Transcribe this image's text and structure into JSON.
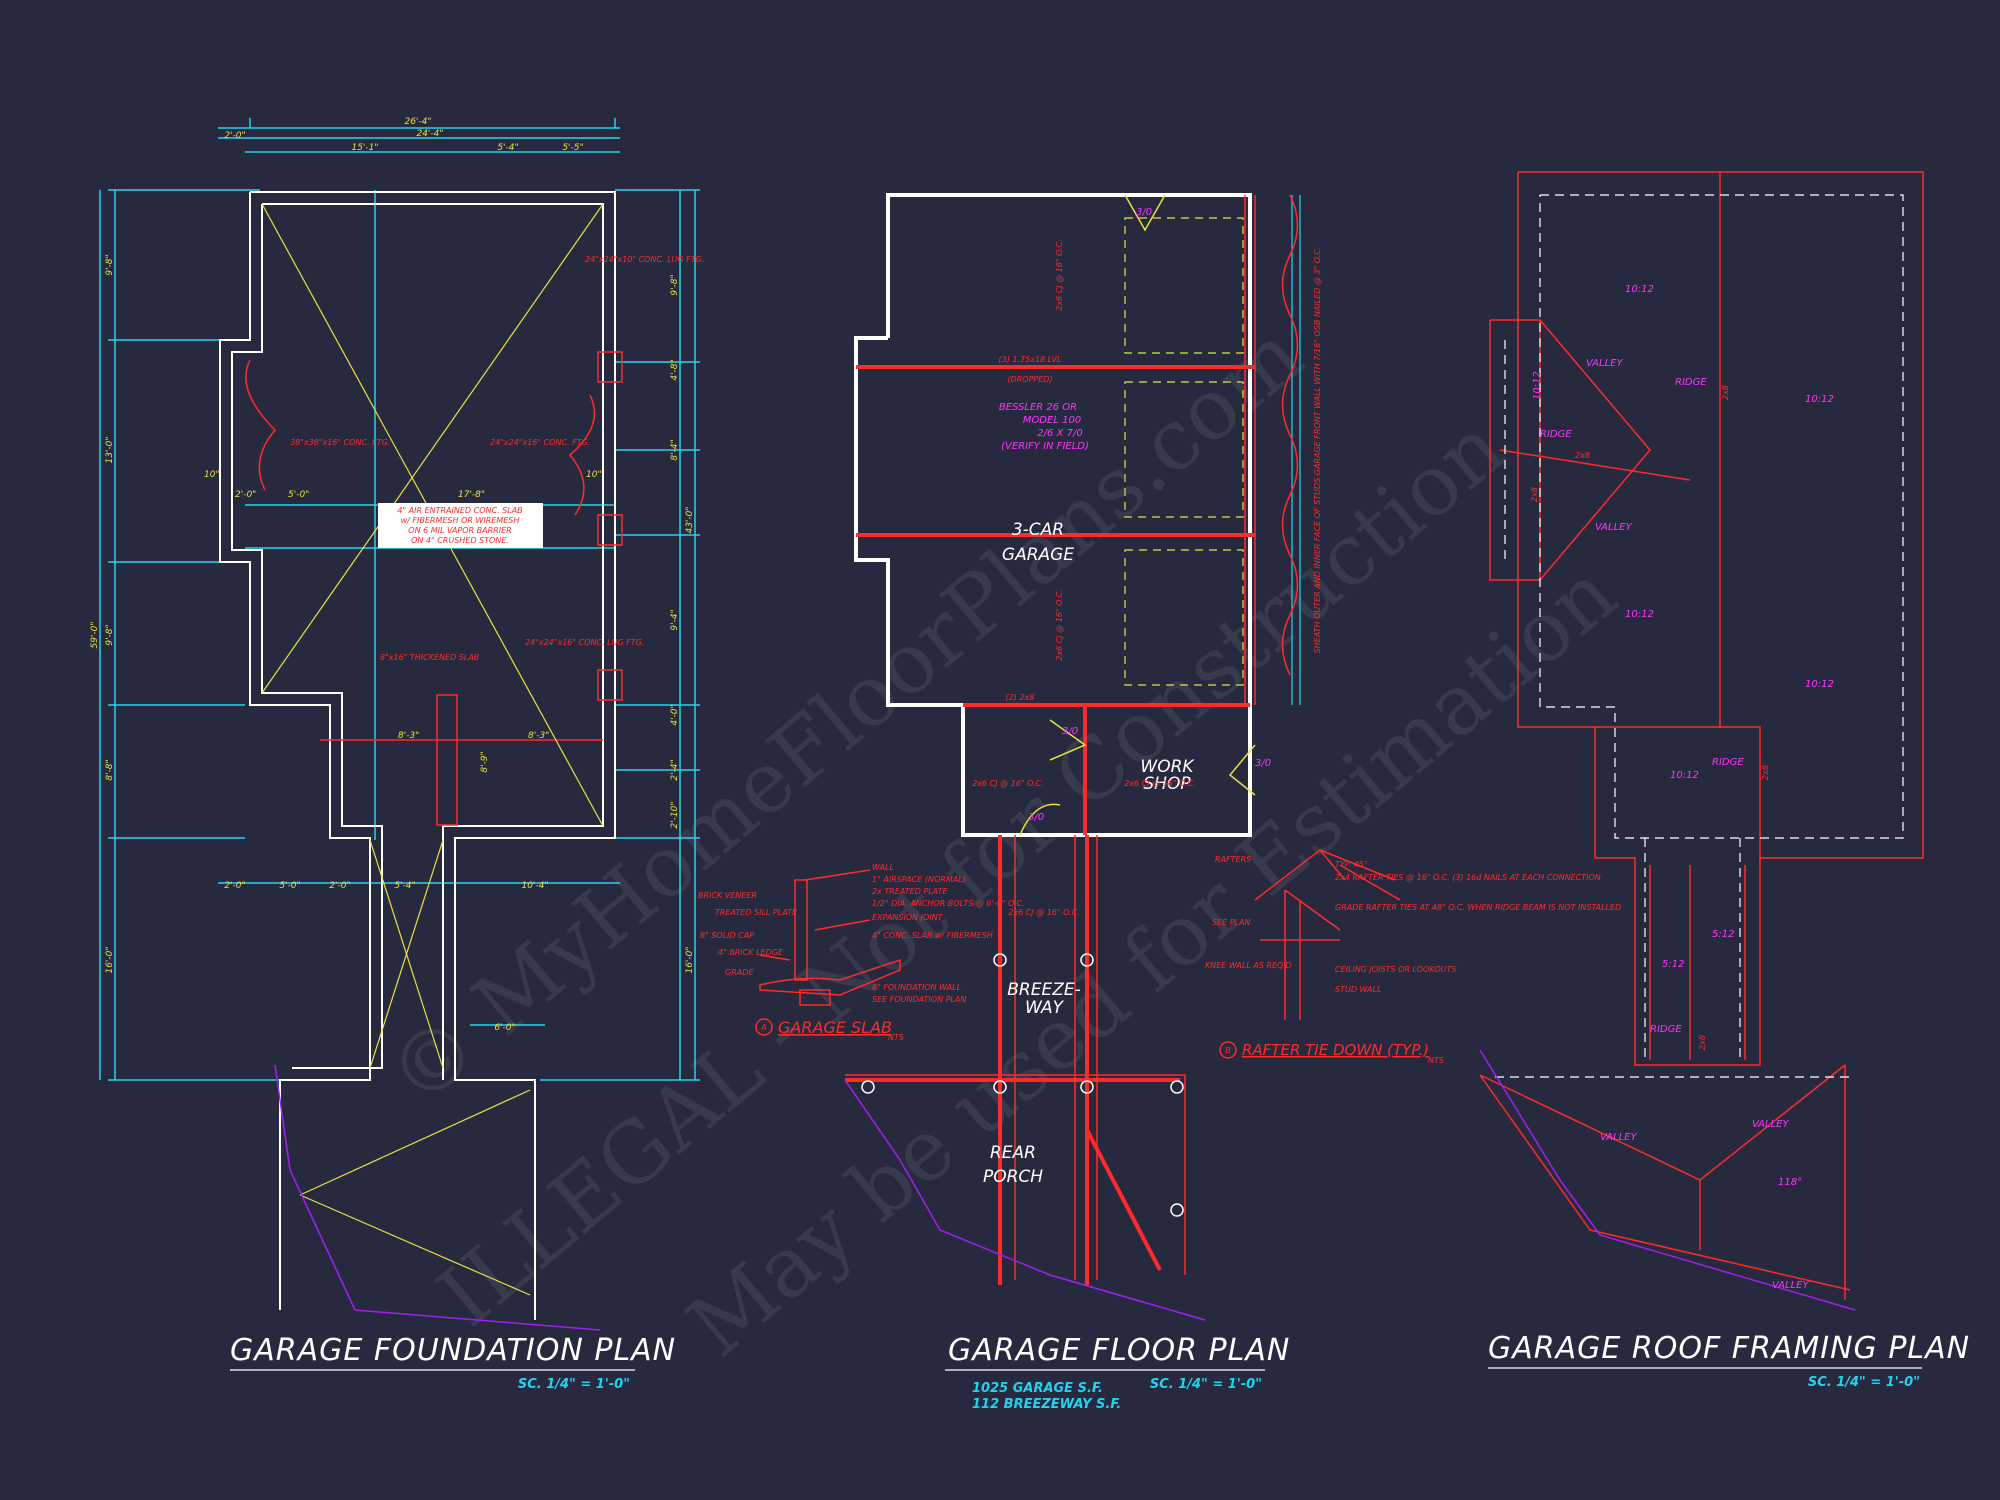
{
  "sheet": {
    "colors": {
      "background": "#272a3f",
      "wall": "#ffffff",
      "dimension": "#22d3ee",
      "structure": "#ff2a2a",
      "note": "#ff33ff",
      "diagonal": "#e8e040",
      "outline": "#a020f0"
    }
  },
  "watermark": {
    "line1": "© MyHomeFloorPlans.com",
    "line2": "ILLEGAL - Not for Construction",
    "line3": "May be used for Estimation"
  },
  "foundation_plan": {
    "title": "GARAGE FOUNDATION PLAN",
    "scale": "SC. 1/4\" = 1'-0\"",
    "slab_note": [
      "4\" AIR ENTRAINED CONC. SLAB",
      "w/ FIBERMESH OR WIREMESH",
      "ON 6 MIL VAPOR BARRIER",
      "ON 4\" CRUSHED STONE."
    ],
    "notes": [
      "24\"x24\"x10\" CONC. LUG FTG.",
      "38\"x38\"x16\" CONC. FTG.",
      "24\"x24\"x16\" CONC. FTG.",
      "24\"x24\"x16\" CONC. LUG FTG.",
      "8\"x16\" THICKENED SLAB"
    ],
    "dims_top": [
      "26'-4\"",
      "24'-4\"",
      "2'-0\"",
      "15'-1\"",
      "5'-4\"",
      "5'-5\""
    ],
    "dims_left": [
      "9'-8\"",
      "13'-0\"",
      "59'-0\"",
      "9'-8\"",
      "8'-8\"",
      "16'-0\""
    ],
    "dims_right": [
      "9'-8\"",
      "4'-8\"",
      "8'-4\"",
      "43'-0\"",
      "9'-4\"",
      "4'-0\"",
      "2'-4\"",
      "2'-10\"",
      "16'-0\""
    ],
    "dims_bottom": [
      "2'-0\"",
      "5'-0\"",
      "2'-0\"",
      "5'-4\"",
      "10'-4\"",
      "6'-0\""
    ],
    "dims_misc": [
      "10\"",
      "2'-0\"",
      "5'-0\"",
      "17'-8\"",
      "10\"",
      "8'-3\"",
      "8'-3\"",
      "8'-9\""
    ]
  },
  "floor_plan": {
    "title": "GARAGE FLOOR PLAN",
    "scale": "SC. 1/4\" = 1'-0\"",
    "area_garage": "1025 GARAGE S.F.",
    "area_breezeway": "112 BREEZEWAY S.F.",
    "rooms": {
      "garage": [
        "3-CAR",
        "GARAGE"
      ],
      "workshop": [
        "WORK",
        "SHOP"
      ],
      "breezeway": [
        "BREEZE-",
        "WAY"
      ],
      "porch": [
        "REAR",
        "PORCH"
      ]
    },
    "notes": [
      "(3) 1.75x18 LVL",
      "(DROPPED)",
      "BESSLER 26 OR",
      "MODEL 100",
      "2/6 X 7/0",
      "(VERIFY IN FIELD)",
      "2x6 CJ @ 16\" O.C.",
      "2x6 CJ @ 16\" O.C.",
      "(2) 2x8",
      "2x6 CJ @ 16\" O.C.",
      "2x6 CJ @ 16\" O.C.",
      "2x6 CJ @ 16\" O.C.",
      "SHEATH OUTER AND INNER FACE OF STUDS GARAGE FRONT WALL WITH 7/16\" OSB NAILED @ 3\" O.C."
    ],
    "door_tags": [
      "3/0",
      "3/0",
      "3/0",
      "3/0"
    ],
    "garage_slab_detail": {
      "label": "GARAGE SLAB",
      "scale": "NTS",
      "marker": "A",
      "notes": [
        "WALL",
        "1\" AIRSPACE (NORMAL)",
        "2x TREATED PLATE",
        "1/2\" DIA. ANCHOR BOLTS @ 6'-0\" O.C.",
        "EXPANSION JOINT",
        "4\" CONC. SLAB w/ FIBERMESH",
        "GRADE",
        "8\" FOUNDATION WALL",
        "SEE FOUNDATION PLAN",
        "BRICK VENEER",
        "TREATED SILL PLATE",
        "8\" SOLID CAP",
        "4\" BRICK LEDGE"
      ]
    },
    "rafter_detail": {
      "label": "RAFTER TIE DOWN (TYP.)",
      "scale": "NTS",
      "marker": "B",
      "notes": [
        "RAFTERS",
        "TYP. 45°",
        "2x4 RAFTER TIES @ 16\" O.C. (3) 16d NAILS AT EACH CONNECTION",
        "GRADE RAFTER TIES AT 48\" O.C. WHEN RIDGE BEAM IS NOT INSTALLED",
        "SEE PLAN",
        "KNEE WALL AS REQ'D",
        "CEILING JOISTS OR LOOKOUTS",
        "STUD WALL"
      ]
    }
  },
  "roof_plan": {
    "title": "GARAGE ROOF FRAMING PLAN",
    "scale": "SC. 1/4\" = 1'-0\"",
    "pitch_labels": [
      "10:12",
      "10:12",
      "10:12",
      "10:12",
      "10:12",
      "10:12",
      "5:12",
      "5:12"
    ],
    "ridge_labels": [
      "RIDGE",
      "RIDGE",
      "RIDGE",
      "RIDGE"
    ],
    "valley_labels": [
      "VALLEY",
      "VALLEY",
      "VALLEY",
      "VALLEY",
      "VALLEY"
    ],
    "size_labels": [
      "2x8",
      "2x8",
      "2x8",
      "2x8",
      "2x8"
    ],
    "angle_label": "118°"
  }
}
